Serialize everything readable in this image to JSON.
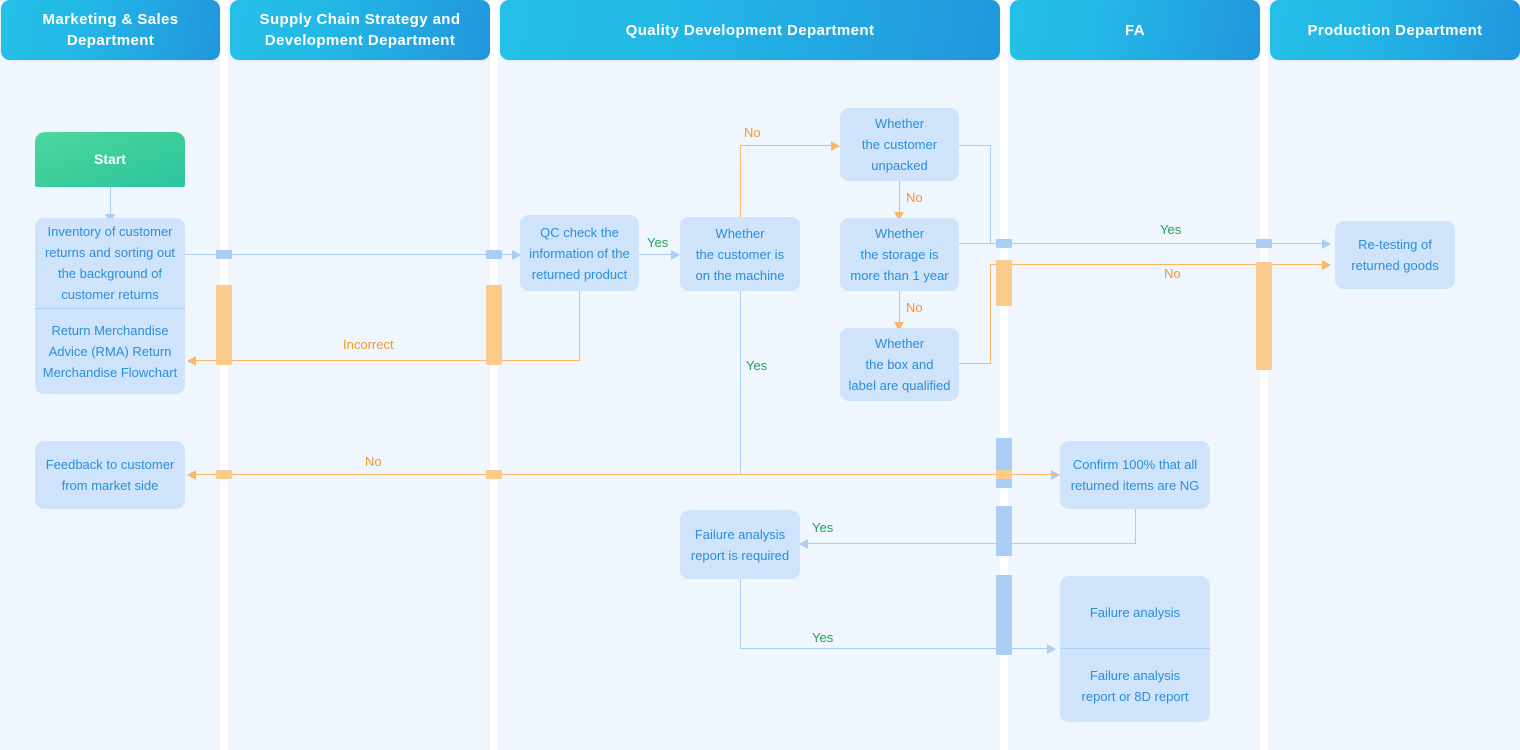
{
  "diagram": {
    "title": "Return Merchandise Advice (RMA) Return Merchandise Flowchart",
    "colors": {
      "lane_header_start": "#25c0e8",
      "lane_header_end": "#2196dd",
      "lane_background": "#eff6fd",
      "node_fill": "#cfe3fb",
      "node_text": "#2a8fd8",
      "start_fill": "#3ccf9a",
      "connector_blue": "#a9cdf3",
      "connector_orange": "#f9b868",
      "label_yes": "#22a05a",
      "label_no": "#f0982f"
    }
  },
  "lanes": [
    {
      "id": "marketing",
      "title": "Marketing\n& Sales Department"
    },
    {
      "id": "supply",
      "title": "Supply Chain Strategy\nand Development Department"
    },
    {
      "id": "quality",
      "title": "Quality Development Department"
    },
    {
      "id": "fa",
      "title": "FA"
    },
    {
      "id": "production",
      "title": "Production Department"
    }
  ],
  "lane_titles": {
    "marketing_l1": "Marketing",
    "marketing_l2": "& Sales Department",
    "supply_l1": "Supply Chain Strategy",
    "supply_l2": "and Development Department",
    "quality": "Quality Development Department",
    "fa": "FA",
    "production": "Production Department"
  },
  "nodes": {
    "start": {
      "label": "Start",
      "lane": "marketing"
    },
    "inventory": {
      "lane": "marketing",
      "line1": "Inventory of customer",
      "line2": "returns and sorting out",
      "line3": "the background of",
      "line4": "customer returns",
      "sub1": "Return Merchandise",
      "sub2": "Advice (RMA) Return",
      "sub3": "Merchandise Flowchart"
    },
    "feedback": {
      "lane": "marketing",
      "line1": "Feedback to customer",
      "line2": "from market side"
    },
    "qc_check": {
      "lane": "quality",
      "line1": "QC check the",
      "line2": "information of the",
      "line3": "returned product"
    },
    "on_machine": {
      "lane": "quality",
      "line1": "Whether",
      "line2": "the customer is",
      "line3": "on the machine"
    },
    "unpacked": {
      "lane": "quality",
      "line1": "Whether",
      "line2": "the customer",
      "line3": "unpacked"
    },
    "storage": {
      "lane": "quality",
      "line1": "Whether",
      "line2": "the storage is",
      "line3": "more than 1 year"
    },
    "box_label": {
      "lane": "quality",
      "line1": "Whether",
      "line2": "the box and",
      "line3": "label are qualified"
    },
    "fa_report_required": {
      "lane": "quality",
      "line1": "Failure analysis",
      "line2": "report is required"
    },
    "confirm_ng": {
      "lane": "fa",
      "line1": "Confirm 100% that all",
      "line2": "returned items are NG"
    },
    "failure_analysis": {
      "lane": "fa",
      "top": "Failure analysis",
      "sub1": "Failure analysis",
      "sub2": "report or 8D report"
    },
    "retesting": {
      "lane": "production",
      "line1": "Re-testing of",
      "line2": "returned goods"
    }
  },
  "edge_labels": {
    "qc_yes": "Yes",
    "unpacked_no": "No",
    "storage_no": "No",
    "machine_no": "No",
    "machine_yes": "Yes",
    "incorrect": "Incorrect",
    "retest_yes": "Yes",
    "retest_no": "No",
    "feedback_no": "No",
    "fa_required_yes": "Yes",
    "fa_analysis_yes": "Yes"
  }
}
